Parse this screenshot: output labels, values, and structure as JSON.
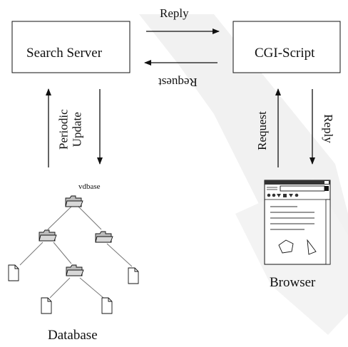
{
  "nodes": {
    "search_server": "Search Server",
    "cgi_script": "CGI-Script",
    "database": "Database",
    "browser": "Browser",
    "root_folder": "vdbase"
  },
  "edges": {
    "top_reply": "Reply",
    "top_request": "Request",
    "periodic_line1": "Periodic",
    "periodic_line2": "Update",
    "right_request": "Request",
    "right_reply": "Reply"
  },
  "colors": {
    "stroke": "#111111",
    "watermark": "#ececec",
    "folder_fill": "#bdbdbd"
  },
  "icons": [
    "folder-icon",
    "document-icon",
    "browser-window-icon"
  ]
}
